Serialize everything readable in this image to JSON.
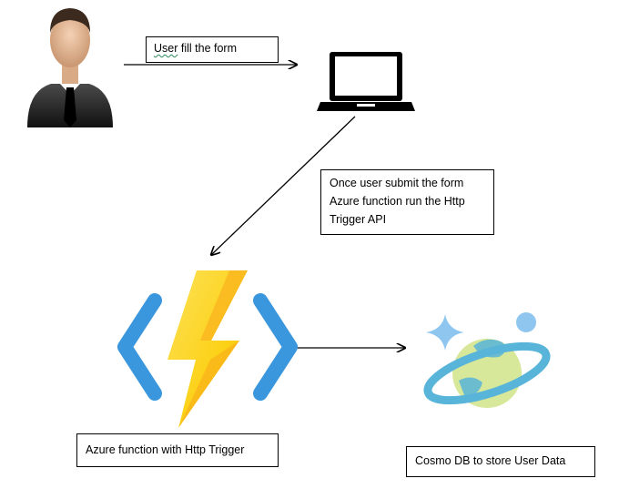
{
  "labels": {
    "user_fill_prefix": "User",
    "user_fill_suffix": " fill the form",
    "submit_lines": [
      "Once user submit the form",
      "Azure function run the Http",
      "Trigger API"
    ],
    "azure_function": "Azure function with Http Trigger",
    "cosmos_db": "Cosmo DB to store User Data"
  },
  "icons": {
    "user": "businessman-avatar-icon",
    "laptop": "laptop-icon",
    "azure_function": "azure-functions-lightning-icon",
    "cosmos_db": "cosmos-db-planet-icon"
  },
  "colors": {
    "azure_blue": "#3a96dd",
    "bolt_yellow": "#fcd116",
    "bolt_orange": "#f7a81b",
    "planet_green": "#d8e89a",
    "cosmos_blue": "#59b4d9",
    "sparkle_blue": "#8ec6f0"
  }
}
